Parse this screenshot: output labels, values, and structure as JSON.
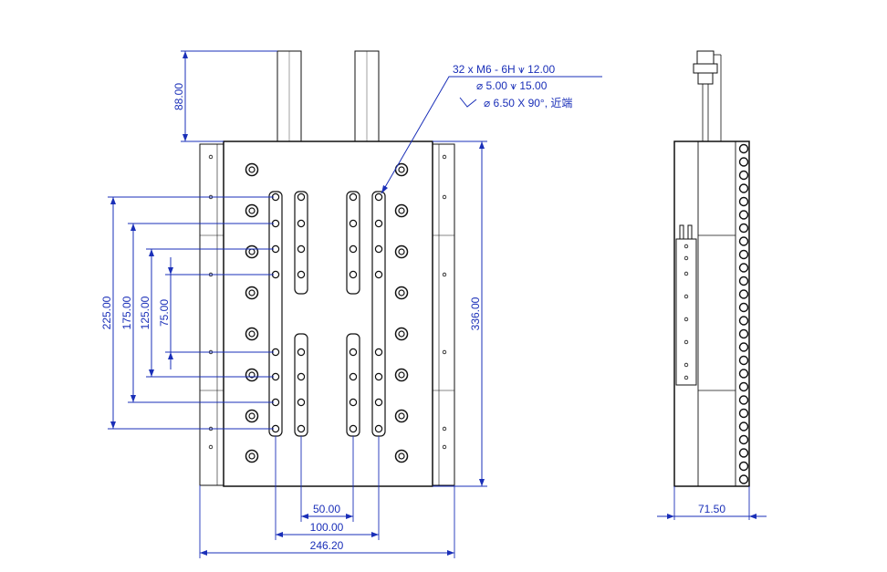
{
  "dimensions": {
    "shaft_height": "88.00",
    "hole_pitch_225": "225.00",
    "hole_pitch_175": "175.00",
    "hole_pitch_125": "125.00",
    "hole_pitch_75": "75.00",
    "plate_height": "336.00",
    "slot_pitch_50": "50.00",
    "slot_pitch_100": "100.00",
    "overall_width": "246.20",
    "side_depth": "71.50"
  },
  "hole_callout": {
    "line1": "32 x  M6 - 6H ⩛ 12.00",
    "line2": "⌀ 5.00 ⩛ 15.00",
    "line3": "⌀ 6.50 X 90°, 近端"
  },
  "colors": {
    "dimension": "#1a2fb8",
    "outline": "#111111"
  }
}
